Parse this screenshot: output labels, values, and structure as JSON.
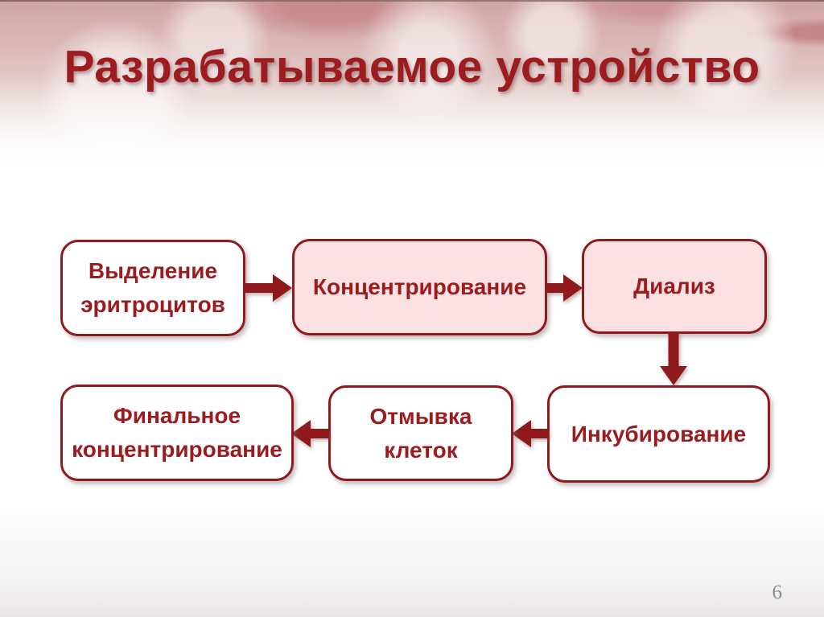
{
  "slide": {
    "title": "Разрабатываемое устройство",
    "page_number": "6"
  },
  "diagram": {
    "nodes": [
      {
        "id": "isolation",
        "label": "Выделение эритроцитов",
        "variant": "white"
      },
      {
        "id": "concentration",
        "label": "Концентрирование",
        "variant": "pink"
      },
      {
        "id": "dialysis",
        "label": "Диализ",
        "variant": "pink"
      },
      {
        "id": "incubation",
        "label": "Инкубирование",
        "variant": "white"
      },
      {
        "id": "cell-washing",
        "label": "Отмывка клеток",
        "variant": "white"
      },
      {
        "id": "final-concentration",
        "label": "Финальное концентрирование",
        "variant": "white"
      }
    ],
    "edges": [
      {
        "from": "isolation",
        "to": "concentration",
        "direction": "right"
      },
      {
        "from": "concentration",
        "to": "dialysis",
        "direction": "right"
      },
      {
        "from": "dialysis",
        "to": "incubation",
        "direction": "down"
      },
      {
        "from": "incubation",
        "to": "cell-washing",
        "direction": "left"
      },
      {
        "from": "cell-washing",
        "to": "final-concentration",
        "direction": "left"
      }
    ]
  },
  "colors": {
    "dark_red": "#8F191C",
    "text_red": "#9B1B1E",
    "title_red": "#9C1C20",
    "pink_fill": "#FBE1E1",
    "white_fill": "#FFFFFF",
    "page_gray": "#8C8C8C",
    "header_pink": "#D2A4A4"
  }
}
